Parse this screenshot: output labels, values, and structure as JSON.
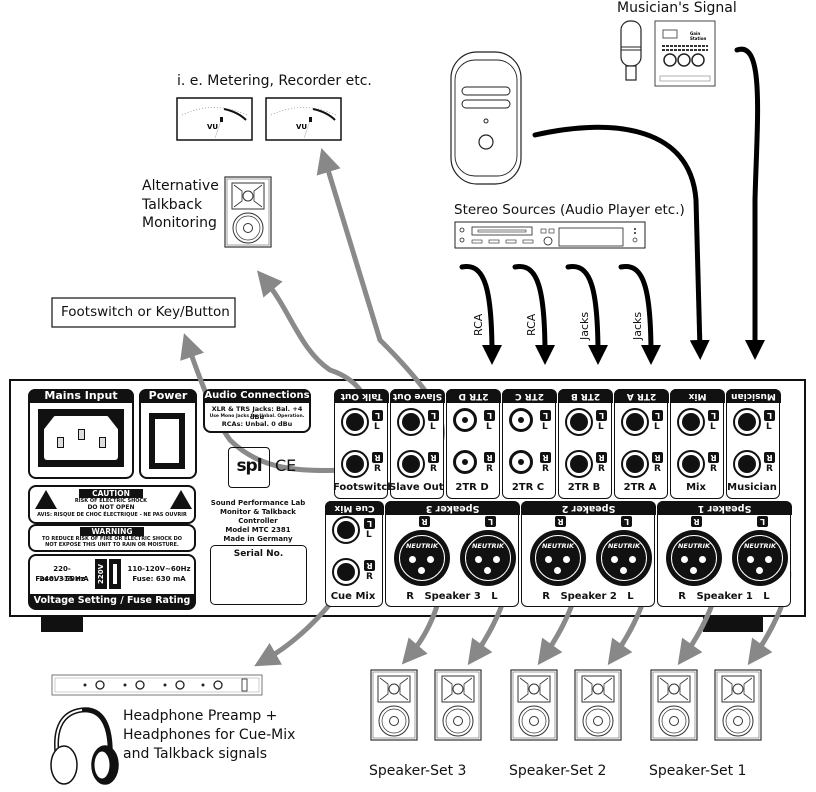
{
  "labels": {
    "musicians_signal": "Musician's Signal",
    "metering": "i. e. Metering, Recorder etc.",
    "alt_talkback": [
      "Alternative",
      "Talkback",
      "Monitoring"
    ],
    "stereo_sources": "Stereo Sources (Audio Player etc.)",
    "footswitch_box": "Footswitch or Key/Button",
    "headphone": [
      "Headphone Preamp +",
      "Headphones for Cue-Mix",
      "and Talkback signals"
    ],
    "speaker_sets": [
      "Speaker-Set 3",
      "Speaker-Set 2",
      "Speaker-Set 1"
    ],
    "cable_types": [
      "RCA",
      "RCA",
      "Jacks",
      "Jacks"
    ],
    "vu": "VU"
  },
  "panel": {
    "mains_input": "Mains Input",
    "power": "Power",
    "audio_connections": {
      "title": "Audio Connections",
      "line1": "XLR & TRS Jacks: Bal. +4 dBu",
      "line2": "Use Mono Jacks for Unbal. Operation.",
      "line3": "RCAs: Unbal. 0 dBu"
    },
    "logo": "spl",
    "ce": "CE",
    "caution": {
      "title": "CAUTION",
      "line1": "RISK OF ELECTRIC SHOCK",
      "line2": "DO NOT OPEN",
      "line3": "AVIS: RISQUE DE CHOC ÉLECTRIQUE - NE PAS OUVRIR"
    },
    "warning": {
      "title": "WARNING",
      "line1": "TO REDUCE RISK OF FIRE OR ELECTRIC SHOCK DO",
      "line2": "NOT EXPOSE THIS UNIT TO RAIN OR MOISTURE."
    },
    "voltage": {
      "left_v": "220-240V~50Hz",
      "left_fuse": "Fuse: 315 mA",
      "switch": "220V",
      "right_v": "110-120V~60Hz",
      "right_fuse": "Fuse: 630 mA",
      "title": "Voltage Setting / Fuse Rating"
    },
    "maker": {
      "line1": "Sound Performance Lab",
      "line2": "Monitor & Talkback Controller",
      "line3": "Model MTC 2381",
      "line4": "Made in Germany"
    },
    "serial": "Serial No.",
    "top_channels": [
      {
        "header": "Talk Out",
        "label": "Footswitch",
        "type": "jack"
      },
      {
        "header": "Slave Out",
        "label": "Slave Out",
        "type": "jack"
      },
      {
        "header": "2TR D",
        "label": "2TR D",
        "type": "rca"
      },
      {
        "header": "2TR C",
        "label": "2TR C",
        "type": "rca"
      },
      {
        "header": "2TR B",
        "label": "2TR B",
        "type": "jack"
      },
      {
        "header": "2TR A",
        "label": "2TR A",
        "type": "jack"
      },
      {
        "header": "Mix",
        "label": "Mix",
        "type": "jack"
      },
      {
        "header": "Musician",
        "label": "Musician",
        "type": "jack"
      }
    ],
    "cue_mix": {
      "header": "Cue Mix",
      "label": "Cue Mix"
    },
    "speakers": [
      {
        "header": "Speaker 3",
        "label": "R   Speaker 3   L"
      },
      {
        "header": "Speaker 2",
        "label": "R   Speaker 2   L"
      },
      {
        "header": "Speaker 1",
        "label": "R   Speaker 1   L"
      }
    ],
    "l": "L",
    "r": "R",
    "neutrik": "NEUTRIK"
  }
}
